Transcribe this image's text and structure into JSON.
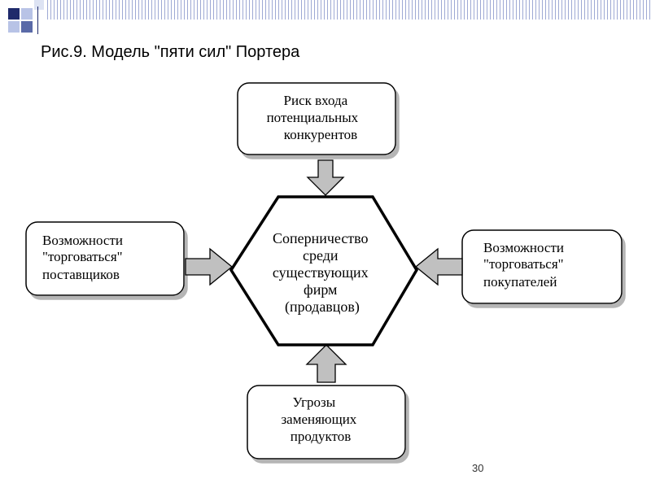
{
  "slide": {
    "title": "Рис.9. Модель \"пяти сил\" Портера",
    "page_number": "30"
  },
  "diagram": {
    "center": {
      "lines": [
        "Соперничество",
        "среди",
        "существующих",
        "фирм",
        "(продавцов)"
      ]
    },
    "top": {
      "lines": [
        "Риск  входа",
        "потенциальных",
        "конкурентов"
      ]
    },
    "left": {
      "lines": [
        "Возможности",
        "\"торговаться\"",
        "поставщиков"
      ]
    },
    "right": {
      "lines": [
        "Возможности",
        "\"торговаться\"",
        "покупателей"
      ]
    },
    "bottom": {
      "lines": [
        "Угрозы",
        "заменяющих",
        "продуктов"
      ]
    }
  },
  "colors": {
    "accent_dark": "#1f2a6b",
    "accent_mid": "#5a6aa8",
    "accent_light": "#b8c3e6",
    "shadow": "#c8c8c8",
    "arrow_fill": "#c0c0c0"
  }
}
